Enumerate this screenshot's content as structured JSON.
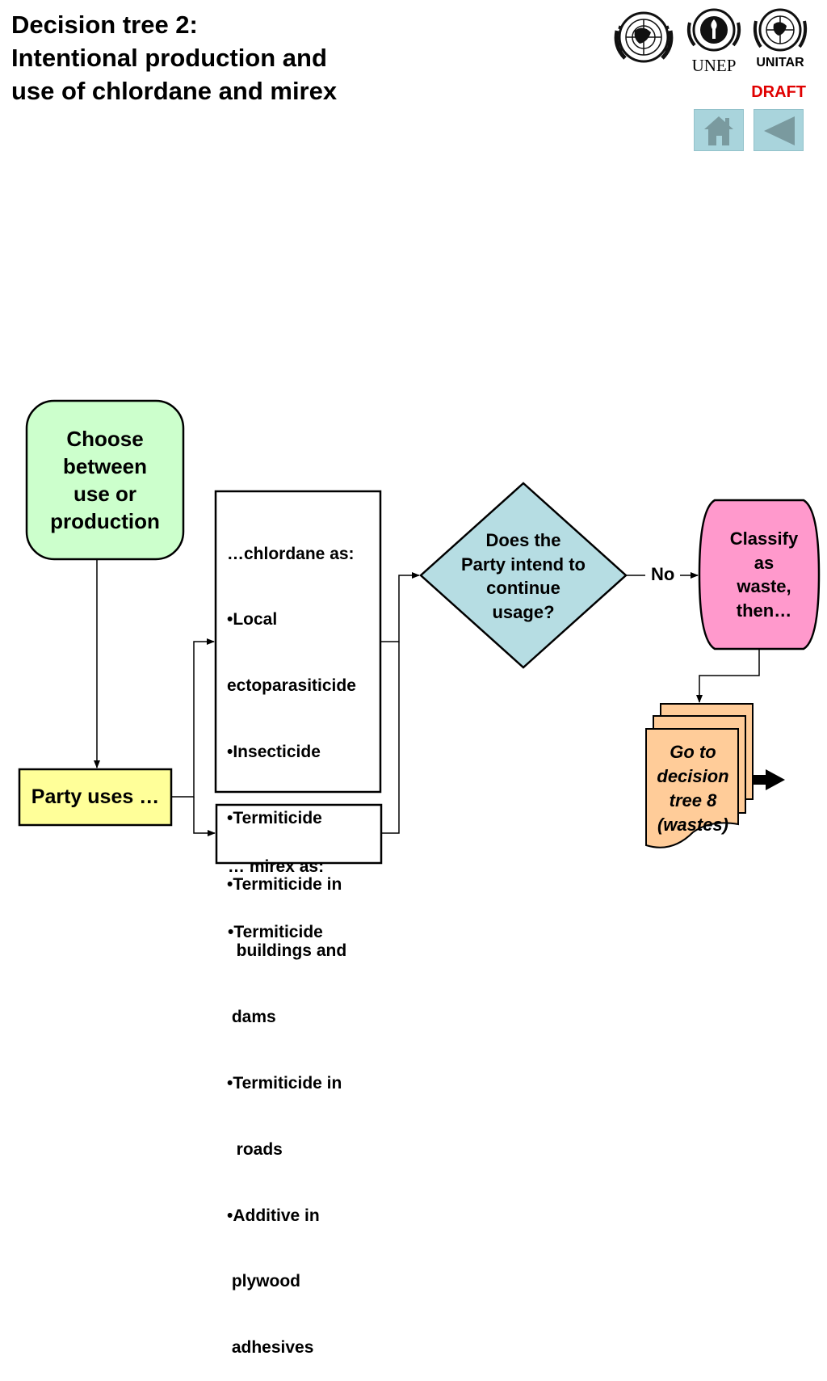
{
  "header": {
    "title_lines": [
      "Decision tree 2:",
      "Intentional production and",
      "use of chlordane and mirex"
    ],
    "draft_label": "DRAFT",
    "logos": [
      {
        "name": "un-emblem-icon",
        "label": ""
      },
      {
        "name": "unep-emblem-icon",
        "label": "UNEP"
      },
      {
        "name": "unitar-emblem-icon",
        "label": "UNITAR"
      }
    ]
  },
  "nav": {
    "home_icon": "house-icon",
    "back_icon": "triangle-left-icon",
    "color": "#a9d4dc"
  },
  "diagram": {
    "start": {
      "lines": [
        "Choose",
        "between",
        "use or",
        "production"
      ],
      "color": "#ccffcc"
    },
    "party_uses": {
      "label": "Party uses …",
      "color": "#ffff99"
    },
    "chlordane": {
      "lines": [
        "…chlordane as:",
        "•Local",
        "ectoparasiticide",
        "•Insecticide",
        "•Termiticide",
        "•Termiticide in",
        "  buildings and",
        " dams",
        "•Termiticide in",
        "  roads",
        "•Additive in",
        " plywood",
        " adhesives"
      ]
    },
    "mirex": {
      "lines": [
        "… mirex as:",
        "•Termiticide"
      ]
    },
    "decision": {
      "lines": [
        "Does the",
        "Party intend to",
        "continue",
        "usage?"
      ],
      "color": "#b6dde3"
    },
    "no_label": "No",
    "classify": {
      "lines": [
        "Classify",
        "as",
        "waste,",
        "then…"
      ],
      "color": "#ff99cc"
    },
    "goto": {
      "lines": [
        "Go to",
        "decision",
        "tree 8",
        "(wastes)"
      ],
      "color": "#ffcc99"
    }
  }
}
